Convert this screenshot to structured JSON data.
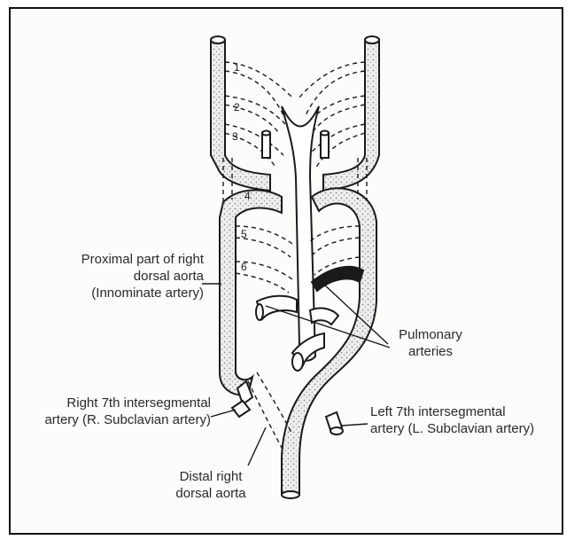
{
  "labels": {
    "proximal_right_dorsal_aorta": [
      "Proximal part of right",
      "dorsal aorta",
      "(Innominate artery)"
    ],
    "pulmonary_arteries": [
      "Pulmonary",
      "arteries"
    ],
    "right_7th_intersegmental": [
      "Right 7th intersegmental",
      "artery (R. Subclavian artery)"
    ],
    "left_7th_intersegmental": [
      "Left 7th intersegmental",
      "artery (L. Subclavian artery)"
    ],
    "distal_right_dorsal_aorta": [
      "Distal right",
      "dorsal aorta"
    ]
  },
  "arch_numbers": [
    "1",
    "2",
    "3",
    "4",
    "5",
    "6"
  ],
  "colors": {
    "line": "#1a1a1a",
    "vessel_fill": "#d9d9d9",
    "background": "#fcfcfa"
  }
}
